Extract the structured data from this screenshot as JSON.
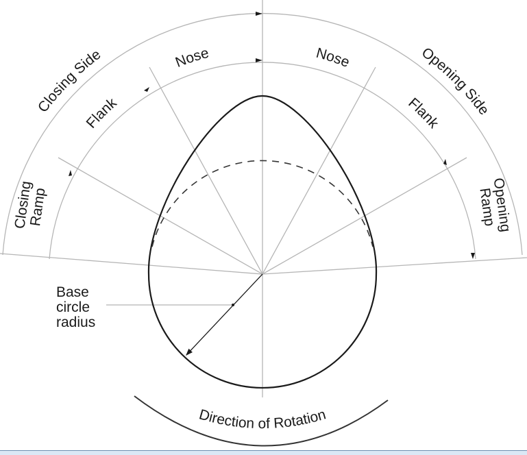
{
  "diagram": {
    "labels": {
      "closing_side": "Closing Side",
      "opening_side": "Opening Side",
      "nose_left": "Nose",
      "nose_right": "Nose",
      "flank_left": "Flank",
      "flank_right": "Flank",
      "closing_ramp_line1": "Closing",
      "closing_ramp_line2": "Ramp",
      "opening_ramp_line1": "Opening",
      "opening_ramp_line2": "Ramp",
      "base_circle_line1": "Base",
      "base_circle_line2": "circle",
      "base_circle_line3": "radius",
      "direction": "Direction of Rotation"
    },
    "colors": {
      "stroke": "#1a1a1a",
      "guide": "#b5b5b5"
    }
  }
}
